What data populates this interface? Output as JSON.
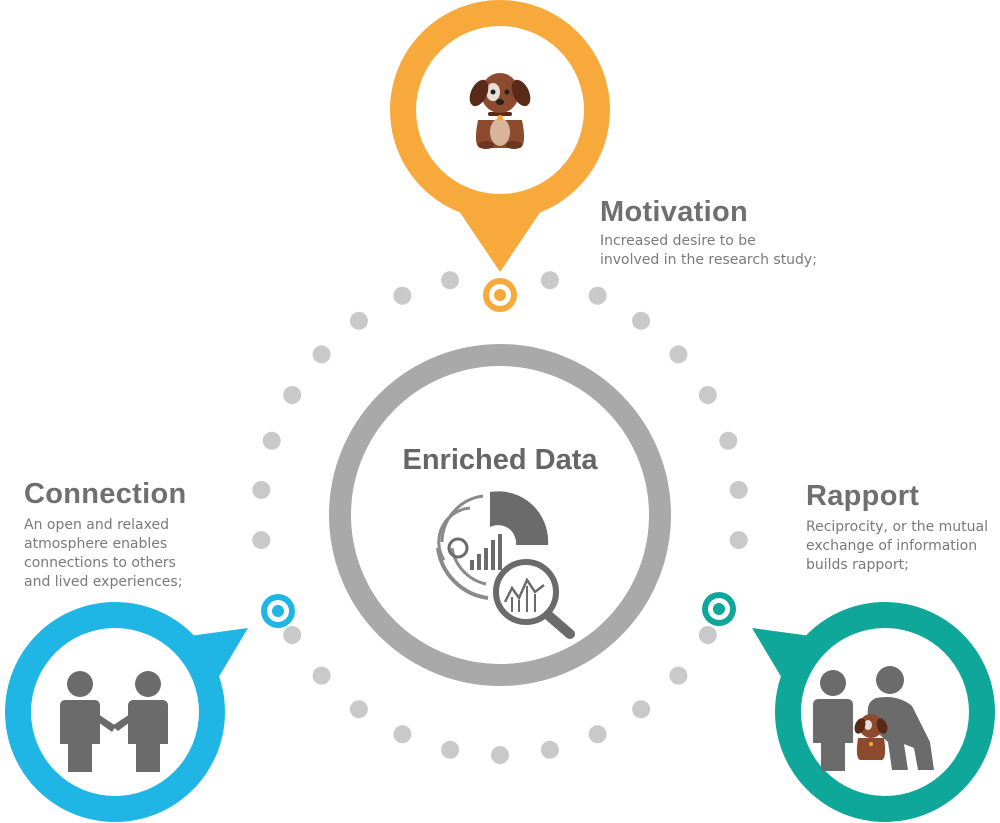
{
  "center": {
    "title": "Enriched Data",
    "icon": "data-analytics-magnifier-icon"
  },
  "nodes": [
    {
      "id": "motivation",
      "title": "Motivation",
      "description": "Increased desire to be\ninvolved in the research study;",
      "color": "#f7a93b",
      "icon": "dog-icon"
    },
    {
      "id": "connection",
      "title": "Connection",
      "description": "An open and relaxed\natmosphere enables\nconnections to others\nand lived experiences;",
      "color": "#1fb6e6",
      "icon": "two-people-handshake-icon"
    },
    {
      "id": "rapport",
      "title": "Rapport",
      "description": "Reciprocity, or the mutual\nexchange of information\nbuilds rapport;",
      "color": "#0ea79a",
      "icon": "people-with-dog-icon"
    }
  ],
  "colors": {
    "ring": "#a9a9a9",
    "dots": "#c9c9c9",
    "icon_gray": "#6b6b6b",
    "dog_brown": "#8c4b2e"
  }
}
